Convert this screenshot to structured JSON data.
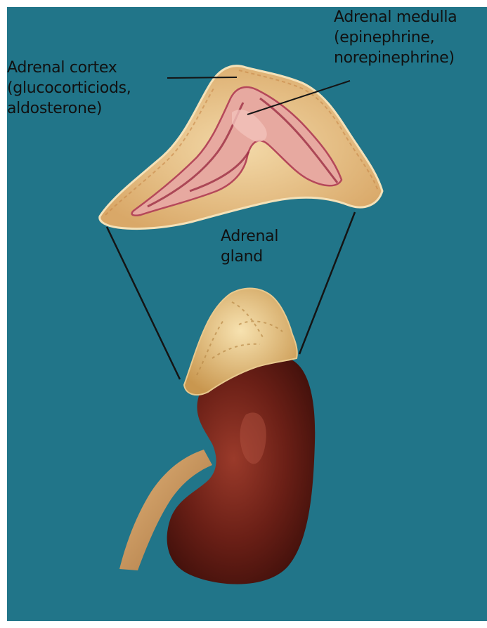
{
  "labels": {
    "cortex": [
      "Adrenal cortex",
      "(glucocorticiods,",
      "aldosterone)"
    ],
    "medulla": [
      "Adrenal medulla",
      "(epinephrine,",
      "norepinephrine)"
    ],
    "gland": [
      "Adrenal",
      "gland"
    ]
  },
  "colors": {
    "background": "#217589",
    "border": "#ffffff",
    "text": "#111111",
    "leader_line": "#141414",
    "cortex_tissue": "#E9C488",
    "medulla_tissue": "#E7A9A0",
    "kidney": "#6A1F16",
    "ureter": "#C8935A"
  }
}
